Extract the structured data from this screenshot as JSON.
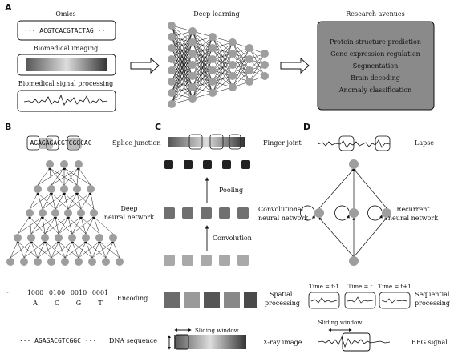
{
  "panelA": {
    "letter": "A",
    "omics_title": "Omics",
    "omics_sequence": "··· ACGTCACGTACTAG ···",
    "imaging_title": "Biomedical imaging",
    "signal_title": "Biomedical signal processing",
    "deep_learning_title": "Deep learning",
    "research_title": "Research avenues",
    "avenues": [
      "Protein structure prediction",
      "Gene expression regulation",
      "Segmentation",
      "Brain decoding",
      "Anomaly classification"
    ]
  },
  "panelB": {
    "letter": "B",
    "splice_seq": "AGAGAGACGTCGGCAC",
    "splice_label": "Splice junction",
    "dnn_label_1": "Deep",
    "dnn_label_2": "neural network",
    "encoding_codes": [
      "1000",
      "0100",
      "0010",
      "0001"
    ],
    "encoding_bases": [
      "A",
      "C",
      "G",
      "T"
    ],
    "encoding_prefix": "···",
    "encoding_label": "Encoding",
    "dna_seq": "··· AGAGACGTCGGC ···",
    "dna_label": "DNA sequence"
  },
  "panelC": {
    "letter": "C",
    "finger_label": "Finger joint",
    "pooling": "Pooling",
    "convolution": "Convolution",
    "cnn_label_1": "Convolutional",
    "cnn_label_2": "neural network",
    "spatial_1": "Spatial",
    "spatial_2": "processing",
    "sliding": "Sliding window",
    "xray_label": "X-ray image"
  },
  "panelD": {
    "letter": "D",
    "lapse_label": "Lapse",
    "rnn_label_1": "Recurrent",
    "rnn_label_2": "neural network",
    "times": [
      "Time = t-1",
      "Time = t",
      "Time = t+1"
    ],
    "seq_1": "Sequential",
    "seq_2": "processing",
    "sliding": "Sliding window",
    "eeg_label": "EEG signal"
  },
  "colors": {
    "node": "#9e9e9e",
    "avenues_bg": "#8a8a8a",
    "dark_sq": "#222222",
    "mid_sq": "#707070",
    "light_sq": "#a9a9a9"
  }
}
